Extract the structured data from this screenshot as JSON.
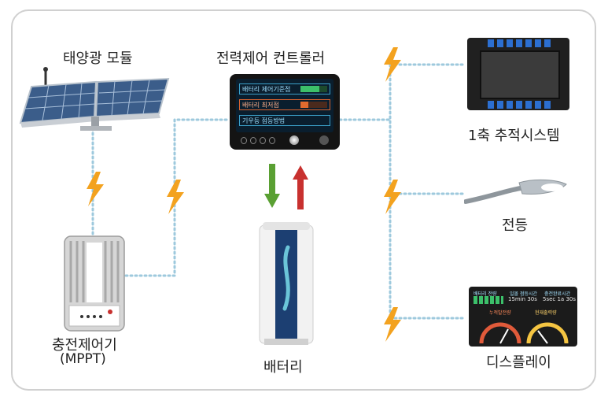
{
  "labels": {
    "solar": "태양광 모듈",
    "controller": "전력제어 컨트롤러",
    "tracker": "1축 추적시스템",
    "streetlight": "전등",
    "mppt_line1": "충전제어기",
    "mppt_line2": "(MPPT)",
    "battery": "배터리",
    "display": "디스플레이"
  },
  "controller_screen": {
    "row1": "배터리 제어기준점",
    "row2": "배터리 최저점",
    "row3": "기우등 점등방법"
  },
  "display_screen": {
    "h1": "배터리 전량",
    "h2": "일몰 점등시간",
    "h3": "충전완료시간",
    "v2": "15min 30s",
    "v3": "5sec 1a 30s",
    "g1": "누적발전량",
    "g2": "현재출력량"
  },
  "colors": {
    "wire": "#9ec9dd",
    "bolt": "#f3a21f",
    "arrow_down": "#5aa033",
    "arrow_up": "#c8312f",
    "frame": "#d0d0d0"
  }
}
